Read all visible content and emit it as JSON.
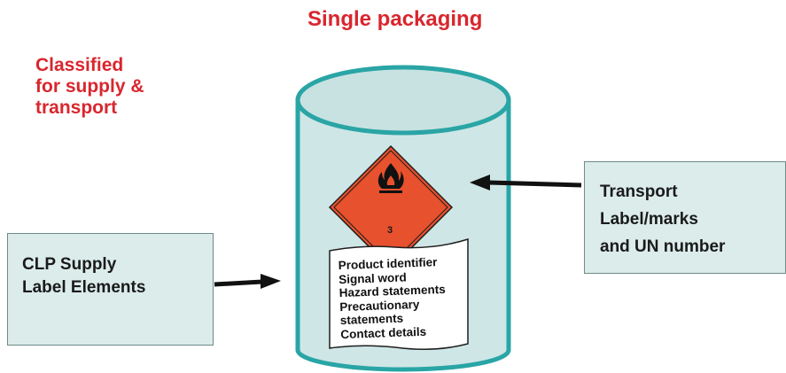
{
  "header": {
    "title": "Single packaging"
  },
  "classification": {
    "lines": [
      "Classified",
      "for supply &",
      "transport"
    ]
  },
  "clp_box": {
    "lines": [
      "CLP Supply",
      "Label Elements"
    ]
  },
  "transport_box": {
    "lines": [
      "Transport",
      "Label/marks",
      "and UN number"
    ]
  },
  "hazard_diamond": {
    "class_number": "3",
    "icon": "flame-icon",
    "color": "#e8512d"
  },
  "supply_label": {
    "lines": [
      "Product identifier",
      "Signal word",
      "Hazard statements",
      "Precautionary",
      "statements",
      "Contact details"
    ]
  },
  "colors": {
    "title_red": "#d9262e",
    "drum_fill": "#cfe6e6",
    "drum_stroke": "#2aa5a5",
    "box_fill": "#dbecea"
  }
}
